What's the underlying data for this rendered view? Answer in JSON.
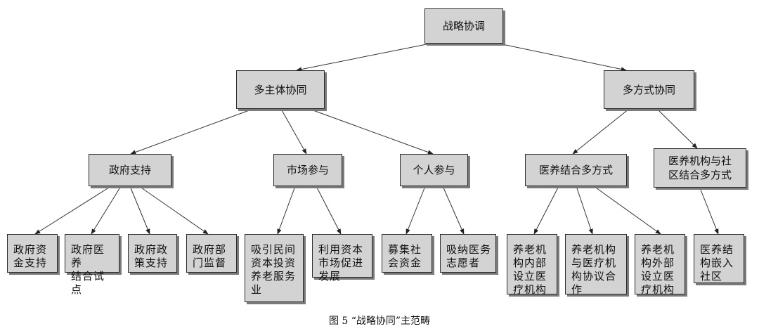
{
  "root": {
    "label": "战略协调"
  },
  "level1": [
    {
      "id": "multi-subject",
      "label": "多主体协同"
    },
    {
      "id": "multi-mode",
      "label": "多方式协同"
    }
  ],
  "level2": [
    {
      "id": "gov",
      "label": "政府支持"
    },
    {
      "id": "market",
      "label": "市场参与"
    },
    {
      "id": "personal",
      "label": "个人参与"
    },
    {
      "id": "integration",
      "label": "医养结合多方式"
    },
    {
      "id": "community",
      "label": "医养机构与社\n区结合多方式"
    }
  ],
  "level3": [
    {
      "id": "gov-fund",
      "label": "政府资\n金支持"
    },
    {
      "id": "gov-pilot",
      "label": "政府医养\n结合试点"
    },
    {
      "id": "gov-policy",
      "label": "政府政\n策支持"
    },
    {
      "id": "gov-supervise",
      "label": "政府部\n门监督"
    },
    {
      "id": "private-capital",
      "label": "吸引民间\n资本投资\n养老服务\n业"
    },
    {
      "id": "market-capital",
      "label": "利用资本\n市场促进\n发展"
    },
    {
      "id": "social-fund",
      "label": "募集社\n会资金"
    },
    {
      "id": "volunteers",
      "label": "吸纳医务\n志愿者"
    },
    {
      "id": "internal-clinic",
      "label": "养老机\n构内部\n设立医\n疗机构"
    },
    {
      "id": "agreement",
      "label": "养老机构\n与医疗机\n构协议合\n作"
    },
    {
      "id": "external-clinic",
      "label": "养老机\n构外部\n设立医\n疗机构"
    },
    {
      "id": "embedded",
      "label": "医养结\n构嵌入\n社区"
    }
  ],
  "caption": "图 5 “战略协同”主范畴"
}
